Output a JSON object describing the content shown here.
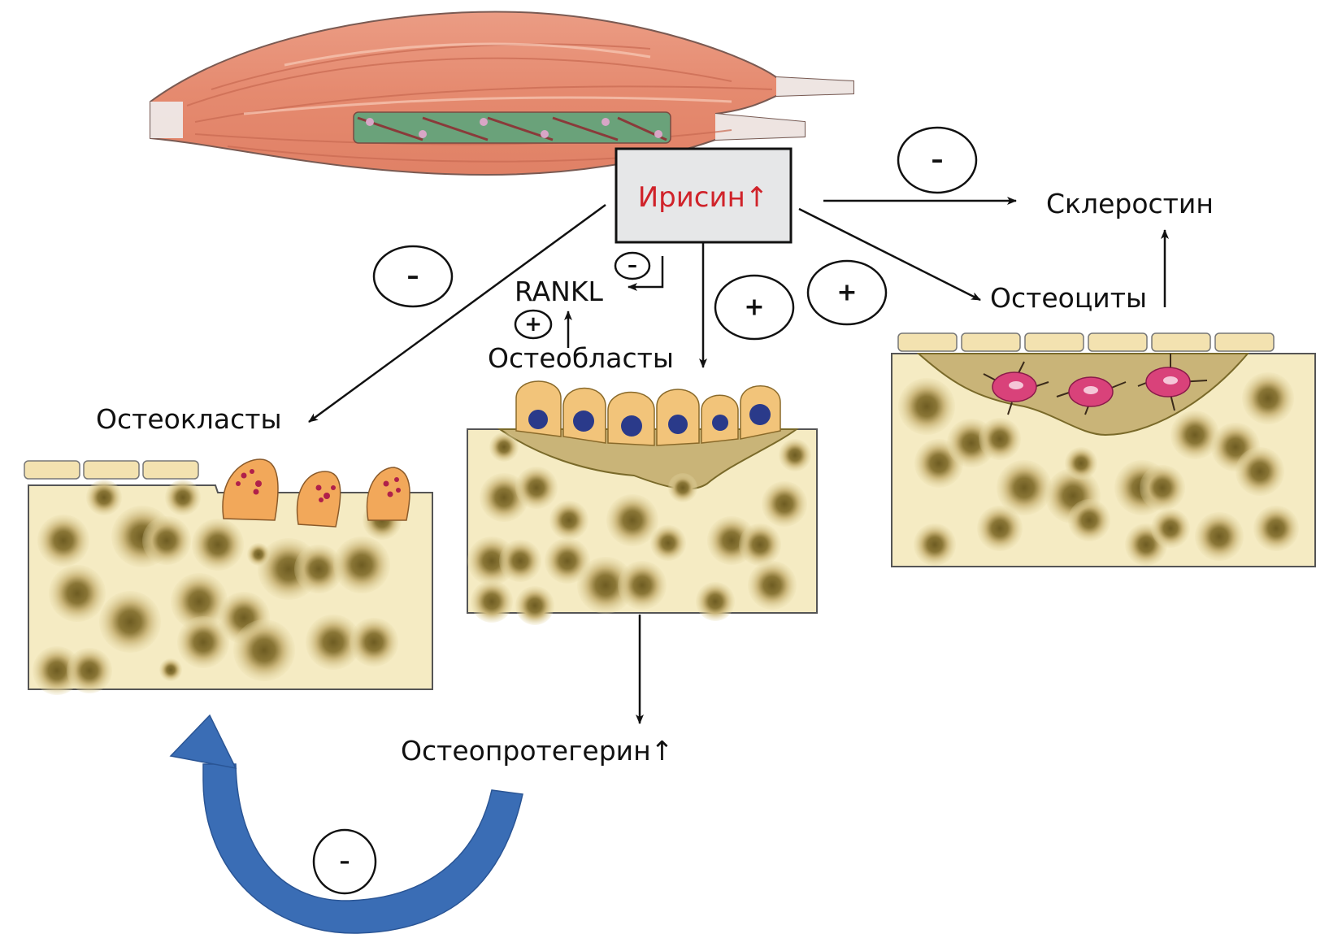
{
  "title": "Ирисин и костное ремоделирование",
  "nodes": {
    "irisin": "Ирисин↑",
    "sclerostin": "Склеростин",
    "osteocytes": "Остеоциты",
    "rankl": "RANKL",
    "osteoblasts": "Остеобласты",
    "osteoclasts": "Остеокласты",
    "osteoprotegerin": "Остеопротегерин↑"
  },
  "signs": {
    "irisin_to_osteoclasts": "–",
    "irisin_to_rankl": "–",
    "osteoblasts_to_rankl": "+",
    "irisin_to_osteoblasts": "+",
    "irisin_to_osteocytes": "+",
    "irisin_to_sclerostin": "–",
    "opg_to_osteoclasts": "–"
  },
  "colors": {
    "irisin_text": "#d0232a",
    "irisin_box": "#e6e7e8",
    "feedback_arrow": "#3a6db5",
    "muscle": "#e8927a",
    "bone": "#f5ebc3",
    "bone_lacuna": "#8a7636",
    "osteoclast": "#f2a85a",
    "osteoblast": "#f2c47a",
    "osteoblast_nucleus": "#2a3a8a",
    "osteocyte": "#d9427a"
  }
}
